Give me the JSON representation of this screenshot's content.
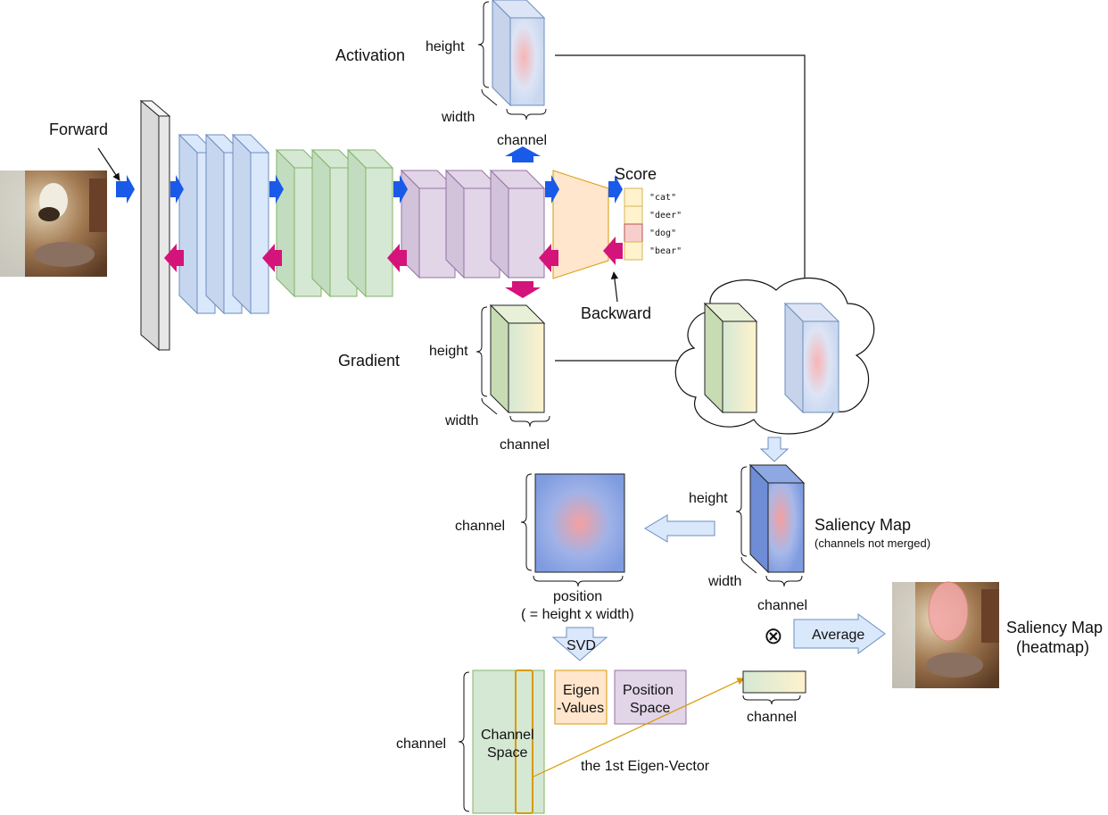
{
  "labels": {
    "forward": "Forward",
    "backward": "Backward",
    "score": "Score",
    "activation": "Activation",
    "gradient": "Gradient",
    "height": "height",
    "width": "width",
    "channel": "channel",
    "saliency_map_title": "Saliency Map",
    "saliency_map_sub": "(channels not merged)",
    "position": "position",
    "position_formula": "( = height x width)",
    "svd": "SVD",
    "eigen_values_1": "Eigen",
    "eigen_values_2": "-Values",
    "position_space_1": "Position",
    "position_space_2": "Space",
    "channel_space_1": "Channel",
    "channel_space_2": "Space",
    "eigen_vector": "the 1st Eigen-Vector",
    "average": "Average",
    "otimes": "⊗",
    "heatmap_1": "Saliency Map",
    "heatmap_2": "(heatmap)"
  },
  "scores": [
    "\"cat\"",
    "\"deer\"",
    "\"dog\"",
    "\"bear\""
  ],
  "highlighted_score": "\"dog\"",
  "colors": {
    "forward_arrow": "#1a5ae8",
    "backward_arrow": "#d4147a",
    "blue_layer": "#dae8fc",
    "green_layer": "#d5e8d4",
    "purple_layer": "#e1d5e7",
    "orange_head": "#ffe6cc",
    "score_cell": "#fff2cc",
    "score_highlight": "#f8cecc",
    "eigen_vector_line": "#d79b00",
    "flow_arrow": "#dae8fc"
  }
}
